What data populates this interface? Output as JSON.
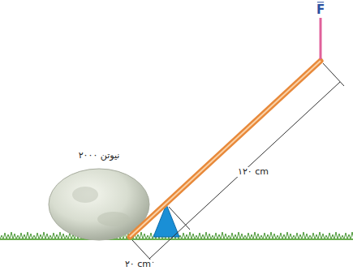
{
  "diagram": {
    "labels": [
      "F",
      "۲۰۰۰ نیوتن",
      "۱۲۰ cm",
      "۲۰ cm"
    ]
  }
}
